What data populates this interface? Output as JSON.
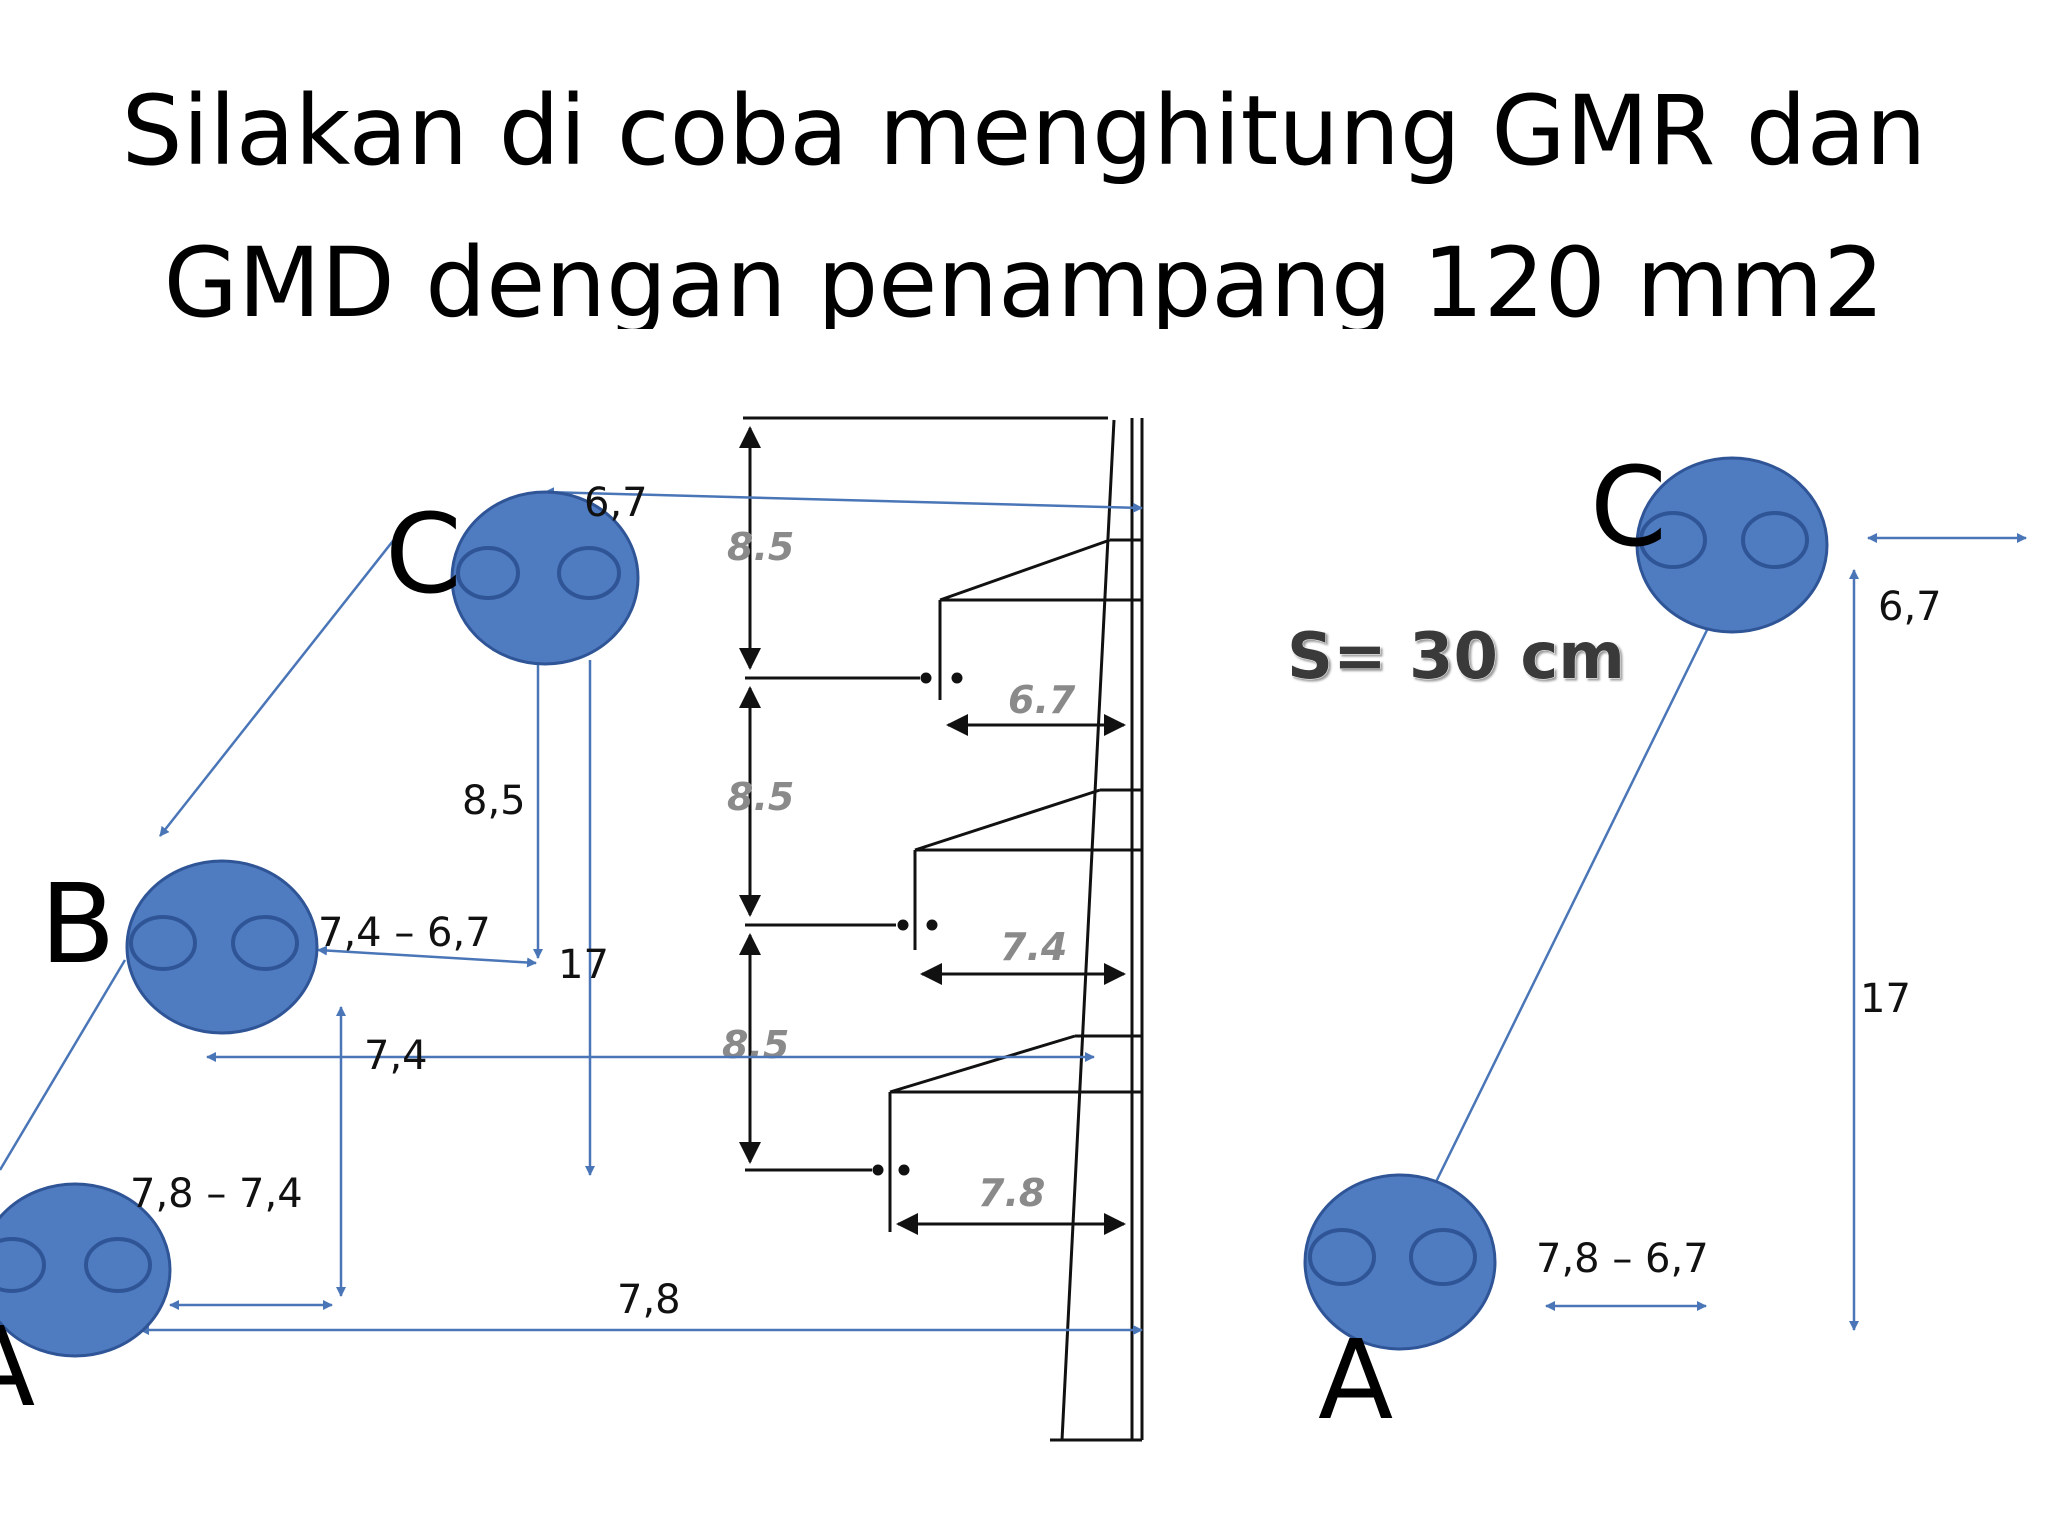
{
  "slide": {
    "title_line1": "Silakan di coba menghitung GMR dan",
    "title_line2": "GMD  dengan penampang 120 mm2"
  },
  "left_diagram": {
    "phase_c": "C",
    "phase_b": "B",
    "phase_a": "A",
    "dim_c_horizontal": "6,7",
    "dim_c_to_b_vertical": "8,5",
    "dim_b_offset": "7,4 – 6,7",
    "dim_c_to_a_vertical": "17",
    "dim_b_horizontal": "7,4",
    "dim_a_offset": "7,8 – 7,4",
    "dim_a_horizontal": "7,8"
  },
  "tower_drawing": {
    "spacing_1": "8.5",
    "spacing_2": "8.5",
    "spacing_3": "8.5",
    "arm_1": "6.7",
    "arm_2": "7.4",
    "arm_3": "7.8"
  },
  "right_diagram": {
    "phase_c": "C",
    "phase_a": "A",
    "spacing_label": "S= 30 cm",
    "dim_c_horizontal": "6,7",
    "dim_vertical": "17",
    "dim_a_offset": "7,8 – 6,7"
  },
  "colors": {
    "conductor_fill": "#4f7bc0",
    "conductor_stroke": "#2f5597",
    "dimension_line": "#4a76b8",
    "tower_line": "#111111"
  }
}
